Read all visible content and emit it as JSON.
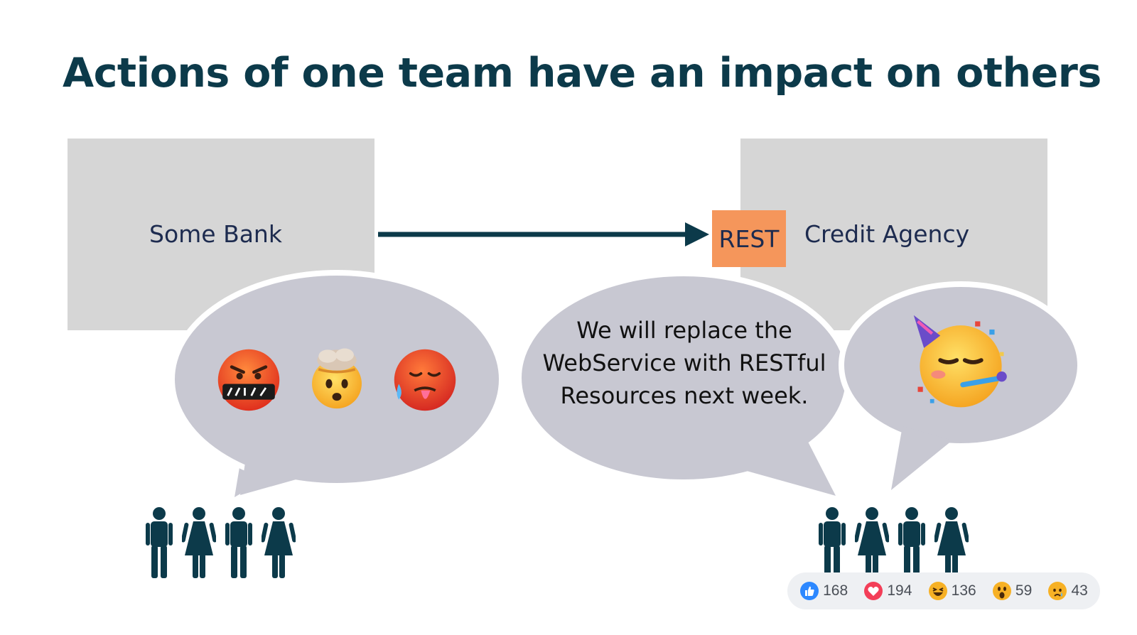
{
  "slide": {
    "title": "Actions of one team have an impact on others"
  },
  "diagram": {
    "left_system": {
      "label": "Some Bank"
    },
    "right_system": {
      "label": "Credit Agency",
      "interface_label": "REST"
    },
    "arrow": {
      "from": "Some Bank",
      "to": "REST"
    }
  },
  "speech": {
    "announcement": "We will replace the WebService with RESTful Resources next week.",
    "left_team_reaction": [
      "face-with-symbols-on-mouth-icon",
      "exploding-head-icon",
      "hot-face-icon"
    ],
    "right_team_reaction": [
      "partying-face-icon"
    ]
  },
  "teams": {
    "left": {
      "people": [
        "man",
        "woman",
        "man",
        "woman"
      ]
    },
    "right": {
      "people": [
        "man",
        "woman",
        "man",
        "woman"
      ]
    }
  },
  "reactions": [
    {
      "icon": "like-icon",
      "count": "168"
    },
    {
      "icon": "love-icon",
      "count": "194"
    },
    {
      "icon": "haha-icon",
      "count": "136"
    },
    {
      "icon": "wow-icon",
      "count": "59"
    },
    {
      "icon": "sad-icon",
      "count": "43"
    }
  ],
  "colors": {
    "title": "#0c3a4a",
    "box": "#d6d6d6",
    "rest_tag": "#f5965b",
    "bubble": "#c8c8d2",
    "people": "#0c3a4a"
  }
}
